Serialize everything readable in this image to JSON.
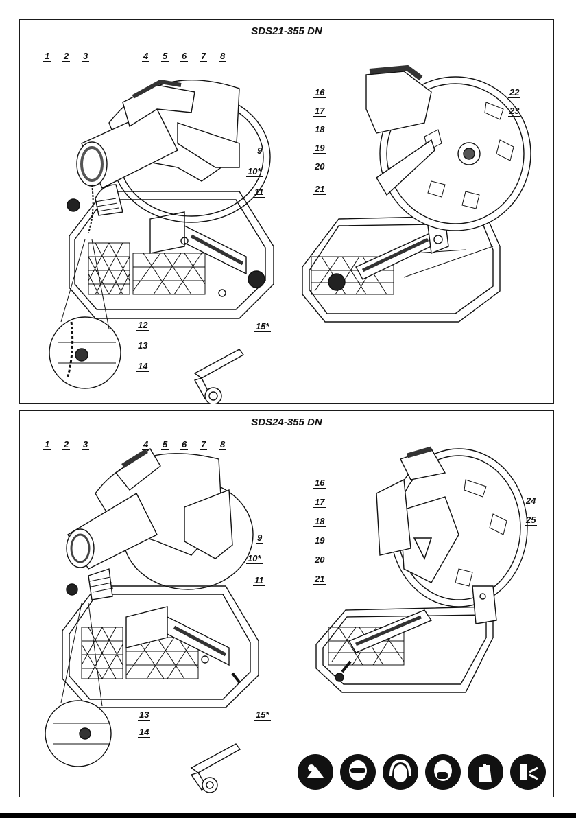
{
  "top": {
    "title": "SDS21-355 DN",
    "labels": [
      "1",
      "2",
      "3",
      "4",
      "5",
      "6",
      "7",
      "8",
      "9",
      "10*",
      "11",
      "12",
      "13",
      "14",
      "15*",
      "16",
      "17",
      "18",
      "19",
      "20",
      "21",
      "22",
      "23"
    ]
  },
  "bottom": {
    "title": "SDS24-355 DN",
    "labels": [
      "1",
      "2",
      "3",
      "4",
      "5",
      "6",
      "7",
      "8",
      "9",
      "10*",
      "11",
      "13",
      "14",
      "15*",
      "16",
      "17",
      "18",
      "19",
      "20",
      "21",
      "24",
      "25"
    ]
  },
  "safety_icons": [
    "read-manual-icon",
    "eye-protection-icon",
    "ear-protection-icon",
    "dust-mask-icon",
    "gloves-icon",
    "unplug-before-service-icon"
  ]
}
